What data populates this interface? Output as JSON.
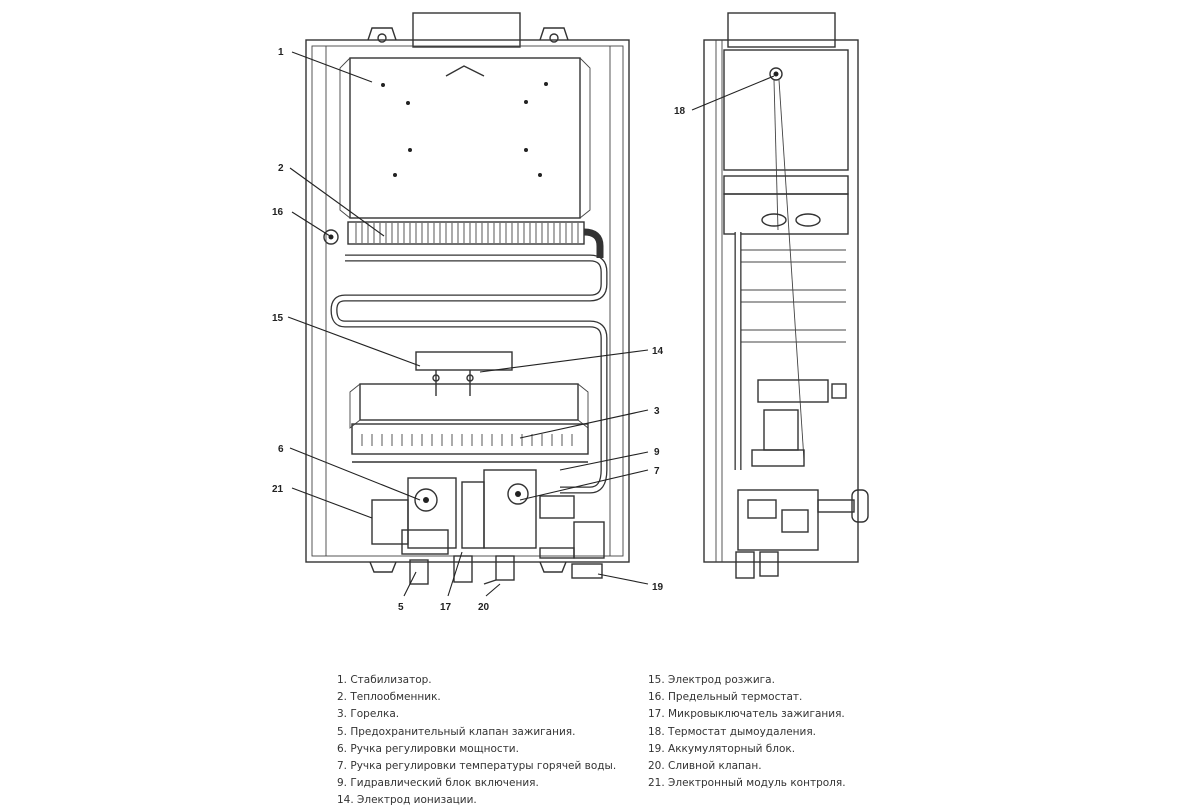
{
  "callouts": {
    "c1": "1",
    "c2": "2",
    "c16": "16",
    "c15": "15",
    "c14": "14",
    "c3": "3",
    "c6": "6",
    "c9": "9",
    "c7": "7",
    "c21": "21",
    "c5": "5",
    "c17": "17",
    "c20": "20",
    "c19": "19",
    "c18": "18"
  },
  "legend_left": [
    "1. Стабилизатор.",
    "2. Теплообменник.",
    "3. Горелка.",
    "5. Предохранительный клапан зажигания.",
    "6. Ручка регулировки мощности.",
    "7. Ручка регулировки температуры горячей воды.",
    "9. Гидравлический блок включения.",
    "14. Электрод ионизации."
  ],
  "legend_right": [
    "15. Электрод розжига.",
    "16. Предельный термостат.",
    "17. Микровыключатель зажигания.",
    "18. Термостат дымоудаления.",
    "19. Аккумуляторный блок.",
    "20. Сливной клапан.",
    "21. Электронный модуль контроля."
  ]
}
